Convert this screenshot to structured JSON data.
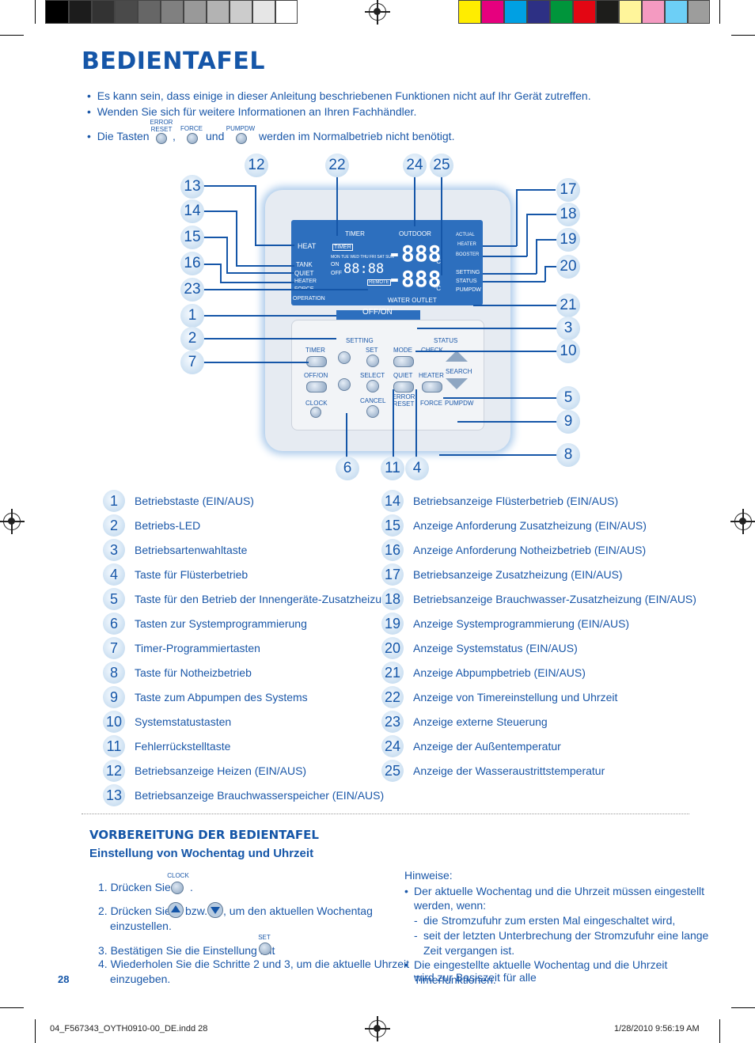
{
  "title": "BEDIENTAFEL",
  "notes": {
    "n1": "Es kann sein, dass einige in dieser Anleitung beschriebenen Funktionen nicht auf Ihr Gerät zutreffen.",
    "n2": "Wenden Sie sich für weitere Informationen an Ihren Fachhändler.",
    "n3_pre": "Die Tasten",
    "n3_and": "und",
    "n3_post": "werden im Normalbetrieb nicht benötigt.",
    "comma": ",",
    "btn_error_reset": "ERROR RESET",
    "btn_force": "FORCE",
    "btn_pumpdw": "PUMPDW"
  },
  "panel": {
    "heat": "HEAT",
    "tank": "TANK",
    "quiet": "QUIET",
    "heater": "HEATER",
    "force": "FORCE",
    "operation": "OPERATION",
    "timer": "TIMER",
    "outdoor": "OUTDOOR",
    "on": "ON",
    "off": "OFF",
    "remote": "REMOTE",
    "water_outlet": "WATER OUTLET",
    "actual": "ACTUAL",
    "heater2": "HEATER",
    "booster": "BOOSTER",
    "setting": "SETTING",
    "status": "STATUS",
    "pumpdw": "PUMPDW",
    "digits": "-888",
    "time": "88:88",
    "celsius": "°C",
    "days": "MON TUE WED THU FRI SAT SUN",
    "offon": "OFF/ON",
    "setting_hdr": "SETTING",
    "status_hdr": "STATUS",
    "b_timer": "TIMER",
    "b_offon": "OFF/ON",
    "b_clock": "CLOCK",
    "b_set": "SET",
    "b_select": "SELECT",
    "b_cancel": "CANCEL",
    "b_mode": "MODE",
    "b_check": "CHECK",
    "b_quiet": "QUIET",
    "b_heater": "HEATER",
    "b_search": "SEARCH",
    "b_error_reset": "ERROR RESET",
    "b_force": "FORCE",
    "b_pumpdw": "PUMPDW"
  },
  "callouts": [
    "12",
    "22",
    "24",
    "25",
    "13",
    "14",
    "15",
    "16",
    "23",
    "1",
    "2",
    "7",
    "17",
    "18",
    "19",
    "20",
    "21",
    "3",
    "10",
    "5",
    "9",
    "8",
    "6",
    "11",
    "4"
  ],
  "legend_left": [
    {
      "n": "1",
      "t": "Betriebstaste (EIN/AUS)"
    },
    {
      "n": "2",
      "t": "Betriebs-LED"
    },
    {
      "n": "3",
      "t": "Betriebsartenwahltaste"
    },
    {
      "n": "4",
      "t": "Taste für Flüsterbetrieb"
    },
    {
      "n": "5",
      "t": "Taste für den Betrieb der Innengeräte-Zusatzheizung"
    },
    {
      "n": "6",
      "t": "Tasten zur Systemprogrammierung"
    },
    {
      "n": "7",
      "t": "Timer-Programmiertasten"
    },
    {
      "n": "8",
      "t": "Taste für Notheizbetrieb"
    },
    {
      "n": "9",
      "t": "Taste zum Abpumpen des Systems"
    },
    {
      "n": "10",
      "t": "Systemstatustasten"
    },
    {
      "n": "11",
      "t": "Fehlerrückstelltaste"
    },
    {
      "n": "12",
      "t": "Betriebsanzeige Heizen (EIN/AUS)"
    },
    {
      "n": "13",
      "t": "Betriebsanzeige Brauchwasserspeicher (EIN/AUS)"
    }
  ],
  "legend_right": [
    {
      "n": "14",
      "t": "Betriebsanzeige Flüsterbetrieb (EIN/AUS)"
    },
    {
      "n": "15",
      "t": "Anzeige Anforderung Zusatzheizung (EIN/AUS)"
    },
    {
      "n": "16",
      "t": "Anzeige Anforderung Notheizbetrieb (EIN/AUS)"
    },
    {
      "n": "17",
      "t": "Betriebsanzeige Zusatzheizung (EIN/AUS)"
    },
    {
      "n": "18",
      "t": "Betriebsanzeige Brauchwasser-Zusatzheizung (EIN/AUS)"
    },
    {
      "n": "19",
      "t": "Anzeige Systemprogrammierung (EIN/AUS)"
    },
    {
      "n": "20",
      "t": "Anzeige Systemstatus (EIN/AUS)"
    },
    {
      "n": "21",
      "t": "Anzeige Abpumpbetrieb (EIN/AUS)"
    },
    {
      "n": "22",
      "t": "Anzeige von Timereinstellung und Uhrzeit"
    },
    {
      "n": "23",
      "t": "Anzeige externe Steuerung"
    },
    {
      "n": "24",
      "t": "Anzeige der Außentemperatur"
    },
    {
      "n": "25",
      "t": "Anzeige der Wasseraustrittstemperatur"
    }
  ],
  "prep": {
    "heading": "VORBEREITUNG DER BEDIENTAFEL",
    "sub": "Einstellung von Wochentag und Uhrzeit",
    "s1": "1.  Drücken Sie",
    "s1_end": ".",
    "s1_btn": "CLOCK",
    "s2a": "2.  Drücken Sie",
    "s2b": "bzw.",
    "s2c": ", um den aktuellen Wochentag",
    "s2d": "einzustellen.",
    "s3": "3.  Bestätigen Sie die Einstellung mit",
    "s3_end": ".",
    "s3_btn": "SET",
    "s4a": "4.  Wiederholen Sie die Schritte 2 und 3, um die aktuelle Uhrzeit",
    "s4b": "einzugeben."
  },
  "hint": {
    "title": "Hinweise:",
    "b1a": "Der aktuelle Wochentag und die Uhrzeit müssen eingestellt",
    "b1b": "werden, wenn:",
    "d1": "die Stromzufuhr zum ersten Mal eingeschaltet wird,",
    "d2a": "seit der letzten Unterbrechung der Stromzufuhr eine lange",
    "d2b": "Zeit vergangen ist.",
    "b2a": "Die eingestellte aktuelle Wochentag und die Uhrzeit wird zur Basiszeit für alle",
    "b2b": "Timerfunktionen."
  },
  "page_number": "28",
  "footer": {
    "file": "04_F567343_OYTH0910-00_DE.indd   28",
    "date": "1/28/2010   9:56:19 AM"
  },
  "colors": {
    "brand_blue": "#1556a8",
    "grays": [
      "#000000",
      "#1c1c1c",
      "#333333",
      "#4a4a4a",
      "#666666",
      "#808080",
      "#999999",
      "#b3b3b3",
      "#cccccc",
      "#e6e6e6",
      "#ffffff"
    ],
    "process": [
      "#ffed00",
      "#e6007e",
      "#00a0e3",
      "#2d3084",
      "#00953b",
      "#e30613",
      "#1d1d1b",
      "#fff59b",
      "#f49ac1",
      "#6dcff6",
      "#9d9d9c"
    ]
  }
}
